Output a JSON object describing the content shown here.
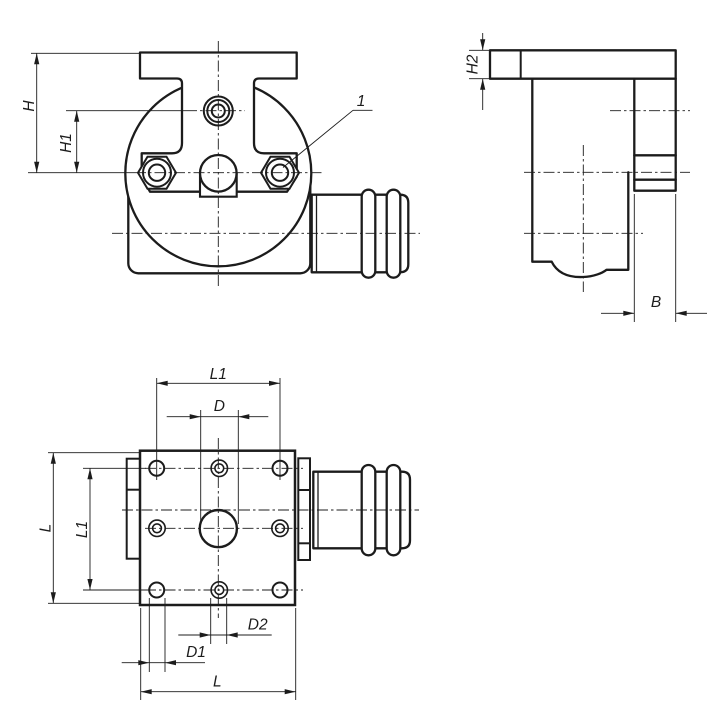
{
  "drawing": {
    "kind": "technical-drawing",
    "background": "#ffffff",
    "line_color": "#1c1c1c",
    "views": [
      {
        "id": "front-view",
        "description": "front view with T-slot top, clamping circle, three socket screws and plug shaft",
        "dimension_labels": [
          "H",
          "H1"
        ],
        "callout_labels": [
          "1"
        ]
      },
      {
        "id": "side-view",
        "description": "side view with top plate and clamping bar",
        "dimension_labels": [
          "H2",
          "B"
        ]
      },
      {
        "id": "bottom-view",
        "description": "bottom view with square flange, hole pattern and plug shaft",
        "dimension_labels": [
          "L1",
          "D",
          "L",
          "L1",
          "D2",
          "D1",
          "L"
        ]
      }
    ],
    "labels": {
      "h": "H",
      "h1": "H1",
      "h2": "H2",
      "b": "B",
      "l": "L",
      "l1": "L1",
      "d": "D",
      "d1": "D1",
      "d2": "D2",
      "callout_1": "1"
    }
  }
}
